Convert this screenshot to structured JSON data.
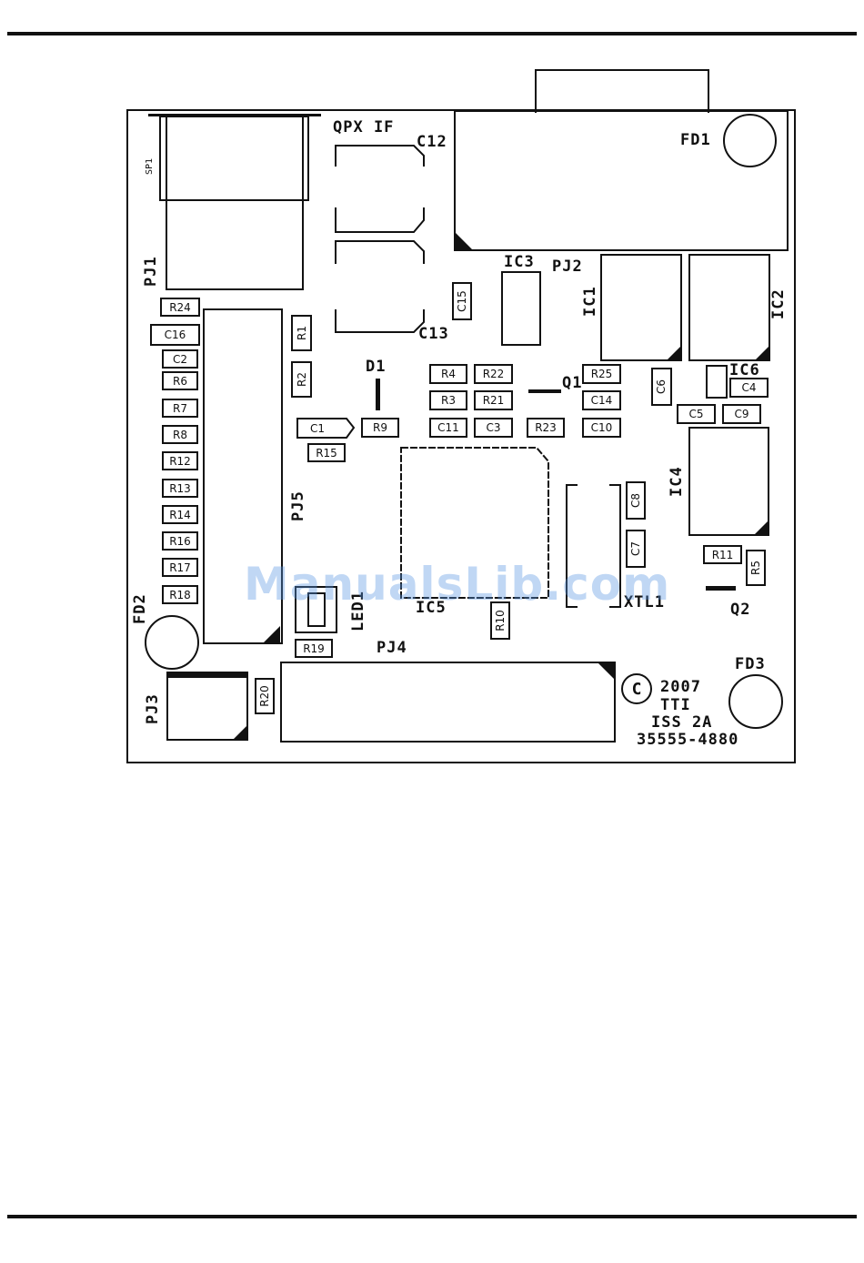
{
  "board_labels": {
    "qpx_if": "QPX IF",
    "fd1": "FD1",
    "fd2": "FD2",
    "fd3": "FD3",
    "pj1": "PJ1",
    "pj2": "PJ2",
    "pj3": "PJ3",
    "pj4": "PJ4",
    "pj5": "PJ5",
    "sp1": "SP1",
    "ic1": "IC1",
    "ic2": "IC2",
    "ic3": "IC3",
    "ic4": "IC4",
    "ic5": "IC5",
    "ic6": "IC6",
    "c12": "C12",
    "c13": "C13",
    "d1": "D1",
    "q1": "Q1",
    "q2": "Q2",
    "xtl1": "XTL1",
    "led1": "LED1"
  },
  "components": {
    "r24": "R24",
    "c16": "C16",
    "c2": "C2",
    "r6": "R6",
    "r7": "R7",
    "r8": "R8",
    "r12": "R12",
    "r13": "R13",
    "r14": "R14",
    "r16": "R16",
    "r17": "R17",
    "r18": "R18",
    "r1": "R1",
    "r2": "R2",
    "c1": "C1",
    "r9": "R9",
    "r15": "R15",
    "c15": "C15",
    "r4": "R4",
    "r22": "R22",
    "r3": "R3",
    "r21": "R21",
    "c11": "C11",
    "c3": "C3",
    "r23": "R23",
    "r25": "R25",
    "c14": "C14",
    "c10": "C10",
    "c6": "C6",
    "c4": "C4",
    "c5": "C5",
    "c9": "C9",
    "c8": "C8",
    "c7": "C7",
    "r11": "R11",
    "r5": "R5",
    "r10": "R10",
    "r19": "R19",
    "r20": "R20"
  },
  "marking": {
    "copyright_symbol": "C",
    "year": "2007",
    "maker": "TTI",
    "issue": "ISS 2A",
    "part_number": "35555-4880"
  },
  "watermark": "ManualsLib.com"
}
